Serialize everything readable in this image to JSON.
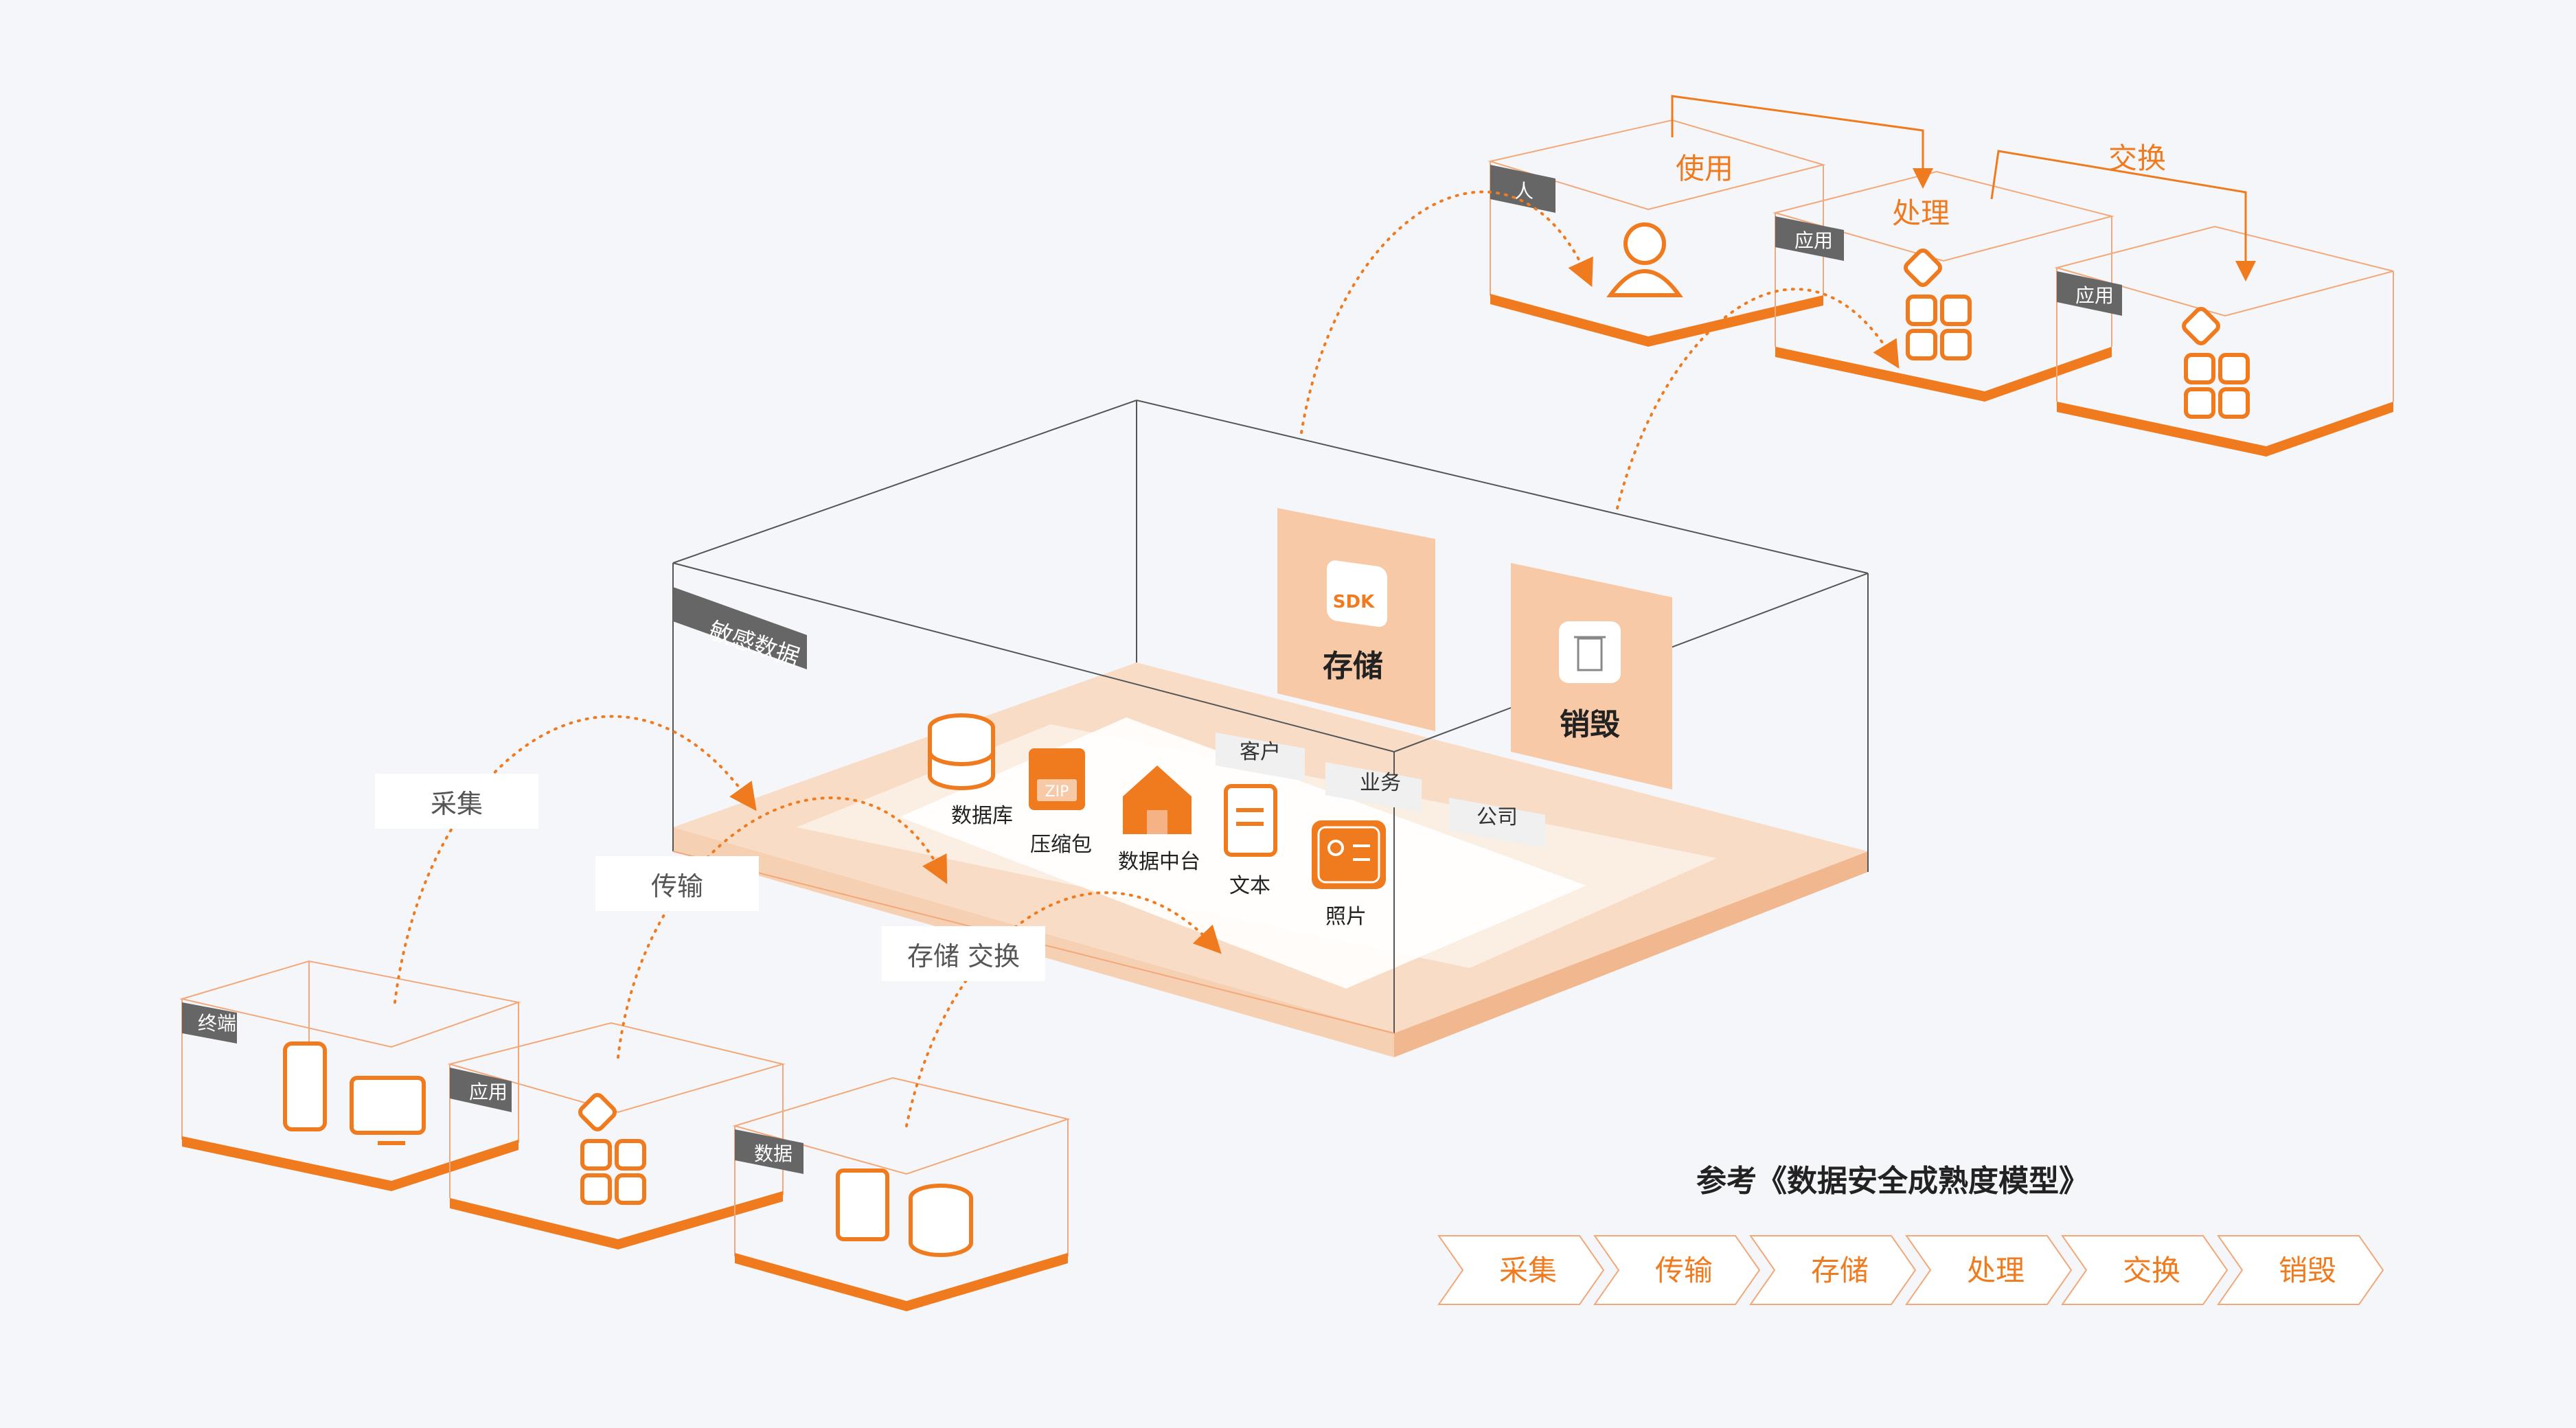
{
  "center": {
    "tag": "敏感数据",
    "storage_label": "存储",
    "destroy_label": "销毁",
    "sdk_text": "SDK",
    "table_labels": [
      "客户",
      "业务",
      "公司"
    ],
    "items": [
      "数据库",
      "压缩包",
      "数据中台",
      "文本",
      "照片"
    ],
    "zip_text": "ZIP"
  },
  "flow_labels": {
    "collect": "采集",
    "transmit": "传输",
    "store_exchange": "存储 交换"
  },
  "bottom_boxes": {
    "terminal": "终端",
    "app": "应用",
    "data": "数据"
  },
  "top_boxes": {
    "person": "人",
    "app1": "应用",
    "app2": "应用"
  },
  "top_flow": {
    "use": "使用",
    "process": "处理",
    "exchange": "交换"
  },
  "model": {
    "title": "参考《数据安全成熟度模型》",
    "steps": [
      "采集",
      "传输",
      "存储",
      "处理",
      "交换",
      "销毁"
    ]
  },
  "colors": {
    "accent": "#f07a1e",
    "accent_light": "#f8c9a6",
    "dark_tag": "#666666"
  }
}
